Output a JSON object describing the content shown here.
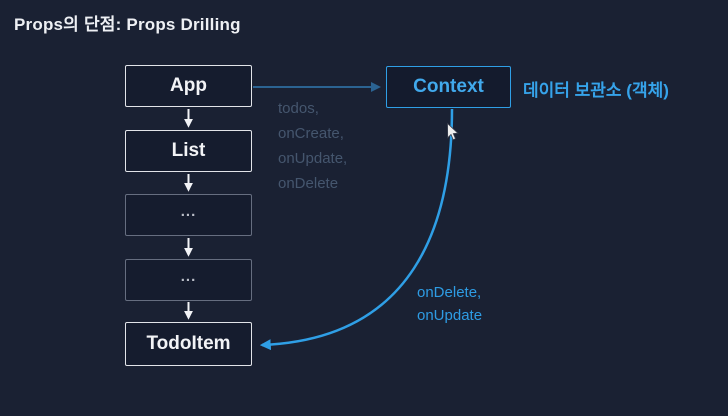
{
  "title": "Props의 단점: Props Drilling",
  "diagram": {
    "chain": [
      {
        "id": "app",
        "label": "App",
        "style": "bright"
      },
      {
        "id": "list",
        "label": "List",
        "style": "bright"
      },
      {
        "id": "dots1",
        "label": "...",
        "style": "dim"
      },
      {
        "id": "dots2",
        "label": "...",
        "style": "dim"
      },
      {
        "id": "todoitem",
        "label": "TodoItem",
        "style": "bright"
      }
    ],
    "context_box": {
      "label": "Context"
    },
    "context_note": "데이터 보관소 (객체)",
    "props_passed_down": [
      "todos,",
      "onCreate,",
      "onUpdate,",
      "onDelete"
    ],
    "context_functions": [
      "onDelete,",
      "onUpdate"
    ],
    "colors": {
      "background": "#1a2133",
      "box_fill": "#151c2e",
      "border_bright": "#e2e4e9",
      "border_dim": "#666e80",
      "accent_blue_bright": "#2f9fe6",
      "accent_blue_text": "#36a3ea",
      "muted_label_blue": "#45566e",
      "arrow_dim_blue": "#2b6392",
      "arrow_white": "#f2f3f6"
    }
  }
}
